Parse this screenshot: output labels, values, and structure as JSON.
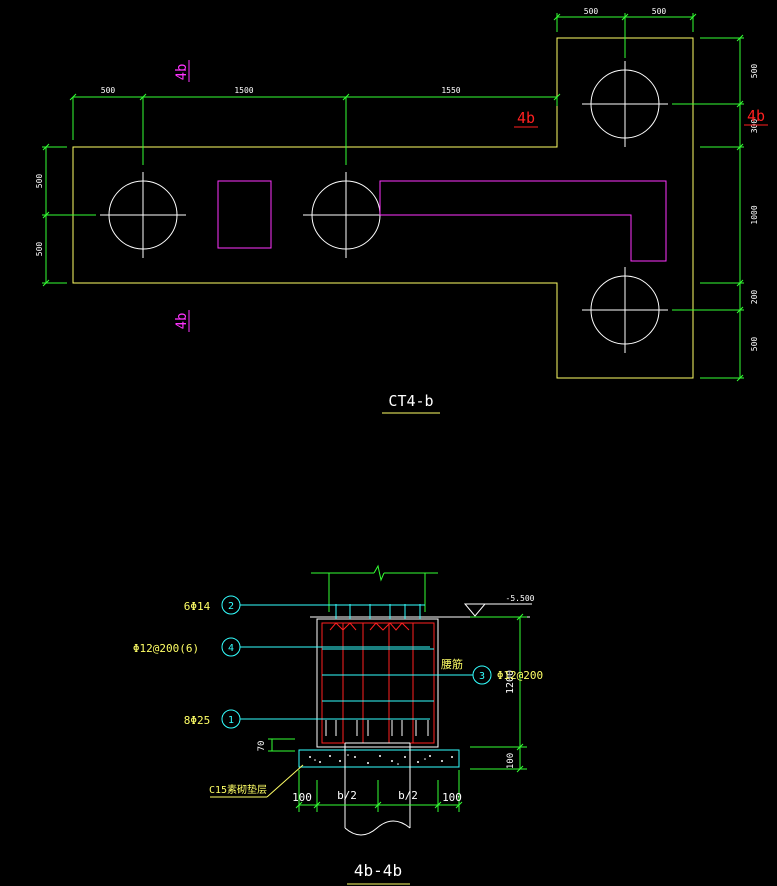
{
  "plan": {
    "title": "CT4-b",
    "dims_top": [
      "500",
      "1500",
      "1550"
    ],
    "dims_top_right": [
      "500",
      "500"
    ],
    "dims_left": [
      "500",
      "500"
    ],
    "dims_right": [
      "500",
      "300",
      "1000",
      "200",
      "500"
    ],
    "section_marks": [
      "4b",
      "4b",
      "4b",
      "4b"
    ]
  },
  "section": {
    "title": "4b-4b",
    "elevation": "-5.500",
    "callouts": [
      {
        "num": "2",
        "text": "6Φ14"
      },
      {
        "num": "4",
        "text": "Φ12@200(6)"
      },
      {
        "num": "3",
        "text": "Φ12@200"
      },
      {
        "num": "1",
        "text": "8Φ25"
      }
    ],
    "waist_bar_label": "腰筋",
    "cushion_label": "C15素砌垫层",
    "dim_height": "1200",
    "dim_cushion": "100",
    "dim_cover": "70",
    "dims_bottom": [
      "100",
      "b/2",
      "b/2",
      "100"
    ]
  },
  "colors": {
    "outline": "#ffff66",
    "dimension": "#33ff33",
    "pile": "#ffffff",
    "column": "#ff33ff",
    "label_magenta": "#ff33ff",
    "label_red": "#ff2020",
    "rebar_red": "#ff2020",
    "cyan": "#33ffff",
    "title": "#ffffff"
  }
}
